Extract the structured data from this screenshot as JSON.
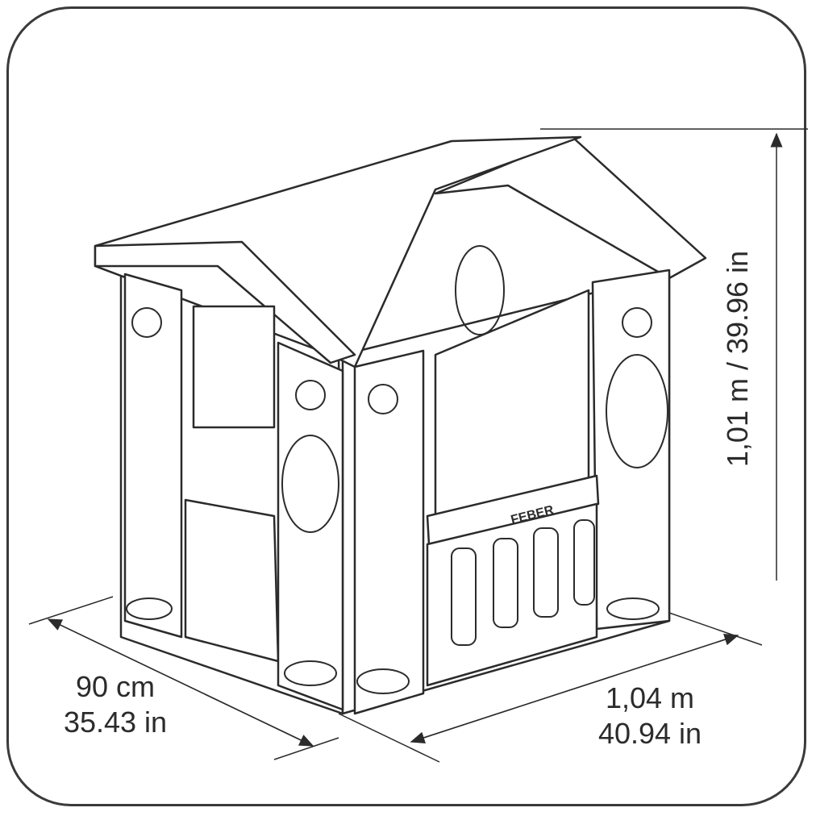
{
  "dimensions": {
    "depth": {
      "metric": "90 cm",
      "imperial": "35.43 in"
    },
    "width": {
      "metric": "1,04 m",
      "imperial": "40.94 in"
    },
    "height": {
      "label": "1,01 m / 39.96 in"
    }
  },
  "product": {
    "brand_marking": "FEBER"
  },
  "colors": {
    "line": "#2b2b2b",
    "background": "#ffffff"
  }
}
